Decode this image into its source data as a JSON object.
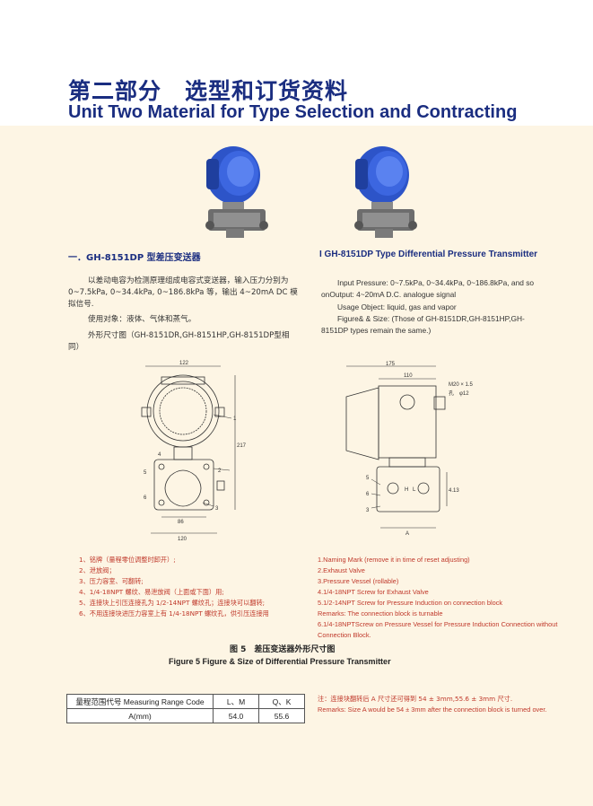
{
  "header": {
    "title_zh": "第二部分　选型和订货资料",
    "title_en": "Unit Two Material for Type Selection and Contracting"
  },
  "left": {
    "heading": "一．GH-8151DP 型差压变送器",
    "para1": "以差动电容为检测原理组成电容式变送器，输入压力分别为 0~7.5kPa, 0~34.4kPa, 0~186.8kPa 等，输出 4~20mA DC 模拟信号.",
    "usage": "使用对象：液体、气体和蒸气。",
    "figure_size": "外形尺寸图（GH-8151DR,GH-8151HP,GH-8151DP型相同）",
    "notes": [
      "1、铭牌（量程零位调整时卸开）;",
      "2、泄放阀；",
      "3、压力容室、可翻转;",
      "4、1/4-18NPT 螺纹、易泄放阀（上面或下面）用;",
      "5、连接块上引压连接孔为 1/2-14NPT 螺纹孔；连接块可以翻转;",
      "6、不用连接块进压力容室上有 1/4-18NPT 螺纹孔，供引压连接用"
    ]
  },
  "right": {
    "heading": "I GH-8151DP Type Differential Pressure Transmitter",
    "para1": "Input Pressure: 0~7.5kPa, 0~34.4kPa, 0~186.8kPa, and so onOutput: 4~20mA D.C. analogue signal",
    "usage": "Usage Object: liquid, gas and vapor",
    "figure_size": "Figure& & Size: (Those of GH-8151DR,GH-8151HP,GH-8151DP types remain the same.)",
    "notes": [
      "1.Naming Mark (remove it in time of reset adjusting)",
      "2.Exhaust Valve",
      "3.Pressure Vessel (rollable)",
      "4.1/4-18NPT Screw for Exhaust Valve",
      "5.1/2-14NPT Screw for Pressure Induction on connection block",
      "Remarks: The connection block is turnable",
      "6.1/4-18NPTScrew on Pressure Vessel for Pressure Induction Connection without Connection Block."
    ]
  },
  "drawing_left": {
    "dims": [
      "122",
      "217",
      "86",
      "120"
    ],
    "callouts": [
      "1",
      "2",
      "3",
      "4",
      "5",
      "6"
    ]
  },
  "drawing_right": {
    "dims": [
      "175",
      "110",
      "M20 × 1.5",
      "孔　φ12",
      "4.13",
      "A"
    ],
    "labels": [
      "H",
      "L"
    ],
    "callouts": [
      "5",
      "6",
      "3"
    ]
  },
  "caption": {
    "zh": "图 5　差压变送器外形尺寸图",
    "en": "Figure 5 Figure & Size of Differential Pressure Transmitter"
  },
  "range_table": {
    "header": [
      "量程范围代号 Measuring Range Code",
      "L、M",
      "Q、K"
    ],
    "row": [
      "A(mm)",
      "54.0",
      "55.6"
    ]
  },
  "remark": {
    "zh": "注：连接块翻转后 A 尺寸还可得到 54 ± 3mm,55.6 ± 3mm 尺寸.",
    "en": "Remarks: Size A would be 54 ± 3mm after the connection block is turned over."
  },
  "colors": {
    "title_blue": "#1a2d80",
    "band": "#fdf5e4",
    "note_red": "#c0392b",
    "housing_blue": "#2d54c8"
  }
}
